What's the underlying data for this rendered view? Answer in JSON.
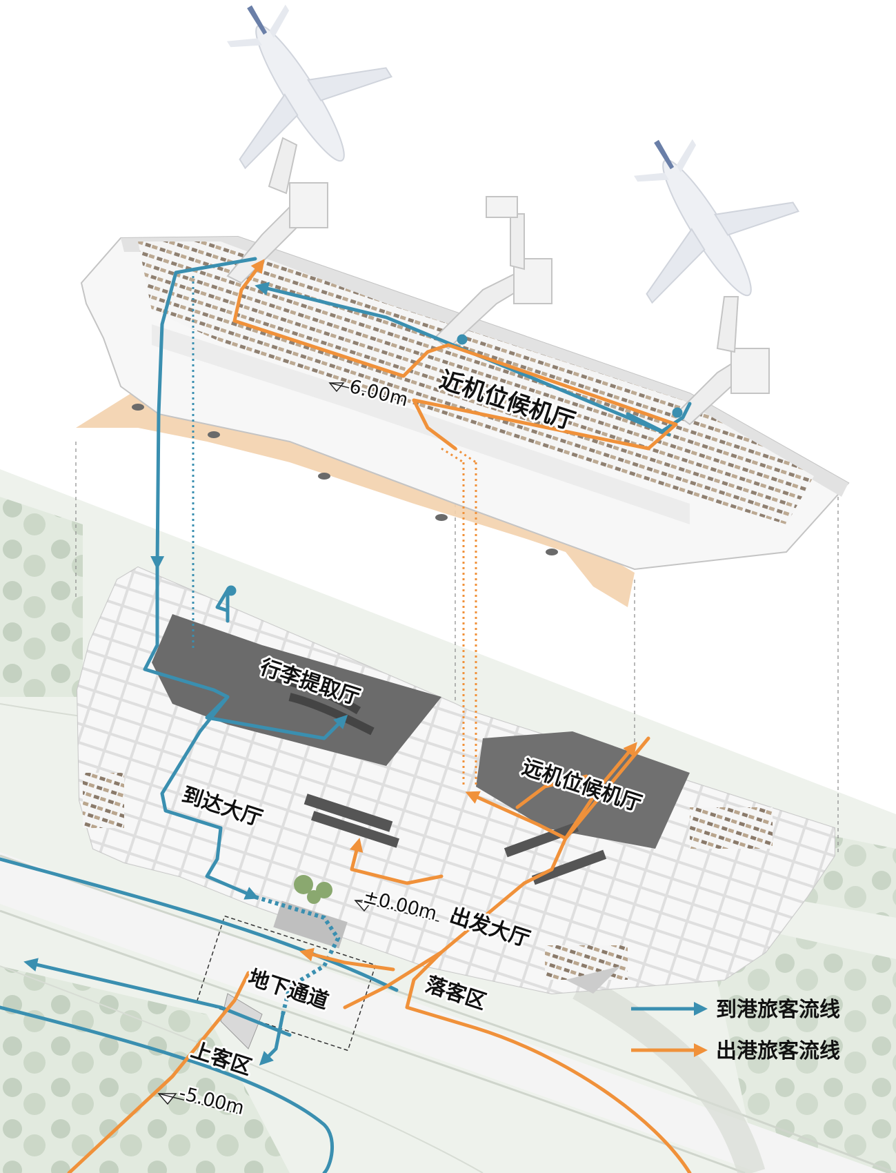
{
  "colors": {
    "arrival": "#3a8fb0",
    "departure": "#f0913a",
    "floor_dark": "#6a6a6a",
    "ground": "#e8eee4",
    "road": "#f1f1f1",
    "building": "#fafafa",
    "underside": "#f3d2ad"
  },
  "labels": {
    "upper_gate_hall": "近机位候机厅",
    "elevation_upper": "6.00m",
    "baggage_hall": "行李提取厅",
    "lower_gate_hall": "远机位候机厅",
    "arrival_hall": "到达大厅",
    "elevation_ground": "±0.00m",
    "departure_hall": "出发大厅",
    "underpass": "地下通道",
    "dropoff_zone": "落客区",
    "pickup_zone": "上客区",
    "elevation_lower": "-5.00m"
  },
  "legend": {
    "arrival": {
      "label": "到港旅客流线",
      "color_name": "blue"
    },
    "departure": {
      "label": "出港旅客流线",
      "color_name": "orange"
    }
  },
  "icons": {
    "airplane": "airplane-icon",
    "jet_bridge": "jet-bridge-icon",
    "level_marker": "elevation-triangle-icon",
    "arrow": "flow-arrow-icon"
  }
}
